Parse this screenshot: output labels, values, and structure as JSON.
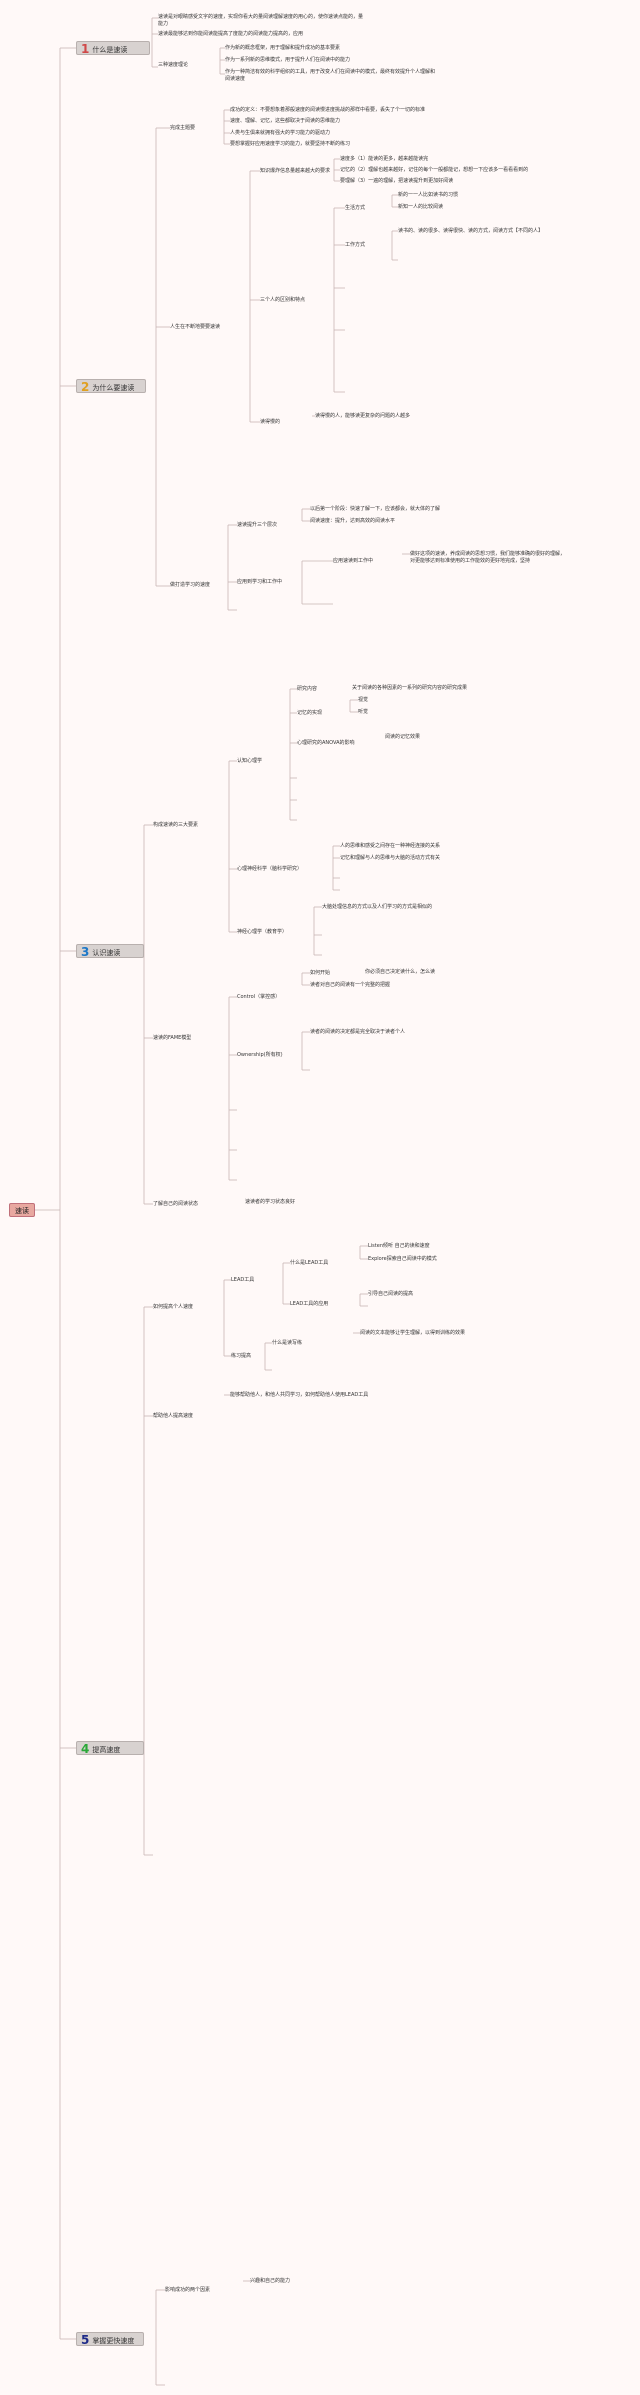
{
  "root": "速读",
  "colors": {
    "line": "#c9b6b4",
    "num1": "#d04848",
    "num2": "#e0a020",
    "num3": "#1e78c8",
    "num4": "#2aa838",
    "num5": "#1e2a88"
  },
  "sections": [
    {
      "num": "1",
      "title": "什么是速读"
    },
    {
      "num": "2",
      "title": "为什么要速读"
    },
    {
      "num": "3",
      "title": "认识速读"
    },
    {
      "num": "4",
      "title": "提高速度"
    },
    {
      "num": "5",
      "title": "掌握更快速度"
    }
  ],
  "s1": {
    "a1": "速读是对眼睛感受文字的速度，实现你看大的量阅读理解速度的用心的，使你速读点能的，量",
    "a1b": "能力",
    "a2": "速读最能够达到你能阅读能提高了度能力的阅读能力提高的，应用",
    "b": "三种速度理论",
    "b1": "作为新的概念框架，用于理解和提升成功的基本要素",
    "b2": "作为一系列新的思维模式，用于提升人们在阅读中的能力",
    "b3": "作为一种简洁有效的科学组织的工具，用于改变人们在阅读中的模式，最终有效提升个人理解和阅读速度"
  },
  "s2": {
    "a": "完成主题要",
    "a1": "成功的定义：不要想象着那般速度的阅读慢进度挑战的那样中看要，丢失了个一切的标准",
    "a2": "速度、理解、记忆，这些都取决于阅读的思维能力",
    "a3": "人类与生俱来就拥有强大的学习能力的驱动力",
    "a4": "要想掌握好应用速度学习的能力，就要坚持不断的练习",
    "b": "人生在不断地要要速读",
    "b1": "知识爆炸信息量越来越大的要求",
    "b1a": "速度多（1）能读的更多，越来越能读完",
    "b1b": "记忆的（2）理解也越来越好，记住的每个一般都能记，想想一下应该多一看看看到的",
    "b1c": "要理解（3）一遍的理解，把速读提升到更加好阅读",
    "b2": "三个人的区别和特点",
    "b2a": "生活方式",
    "b2a1": "新的一一人比如读书的习惯",
    "b2a2": "新知一人的比较阅读",
    "b2b": "工作方式",
    "b2b1": "读书的、读的很多、读得很快、读的方式，阅读方式【不同的人】",
    "b3": "读得慢的",
    "b3a": "读得慢的人，能够读更复杂的问题的人越多",
    "c": "做打造学习的速度",
    "c1": "速读提升三个层次",
    "c1a": "以后第一个阶段：快速了解一下，应该都会，就大体的了解",
    "c1b": "阅读速度：提升，达到高效的阅读水平",
    "c2": "应用到学习和工作中",
    "c2a": "应用速读到工作中",
    "c2a1": "做好这项的速读，养成阅读的思想习惯，我们能够准确的很好的理解，对更能够达到标准使用的工作能效的更好地完成，坚持"
  },
  "s3": {
    "a": "构成速读的三大要素",
    "a1": "认知心理学",
    "a1a": "研究内容",
    "a1a1": "关于阅读的各种因素的一系列的研究内容的研究成果",
    "a1b": "记忆的实现",
    "a1b1": "视觉",
    "a1b2": "听觉",
    "a1c": "心理研究的ANOVA的影响",
    "a1c1": "阅读的记忆效果",
    "a2": "心理神经科学（脑科学研究）",
    "a2a": "人的思维和感受之间存在一种神经连接的关系",
    "a2b": "记忆和理解与人的思维与大脑的活动方式有关",
    "a3": "神经心理学（教育学）",
    "a3a": "大脑处理信息的方式以及人们学习的方式是相似的",
    "b": "速读的FAME模型",
    "b1": "Control（掌控感）",
    "b1a": "如何开始",
    "b1a1": "你必须自己决定读什么，怎么读",
    "b1b": "读者对自己的阅读有一个完整的把握",
    "b2": "Ownership(所有权)",
    "b2a": "读者的阅读的决定都是完全取决于读者个人",
    "c": "了解自己的阅读状态",
    "c1": "速读者的学习状态良好"
  },
  "s4": {
    "a": "如何提高个人速度",
    "a1": "LEAD工具",
    "a1a": "什么是LEAD工具",
    "a1a1": "Listen倾听 自己的读和速度",
    "a1a2": "Explore探索自己阅读中的模式",
    "a1b": "LEAD工具的应用",
    "a1b1": "引导自己阅读的提高",
    "a2": "练习提高",
    "a2a": "什么是读写练",
    "a2a1": "阅读的文本能够让学生理解，以得到训练的效果",
    "b": "帮助他人提高速度",
    "b1": "能够帮助他人，和他人共同学习，如何帮助他人使用LEAD工具"
  },
  "s5": {
    "a": "影响成功的两个因素",
    "a1": "兴趣和自己的能力"
  }
}
